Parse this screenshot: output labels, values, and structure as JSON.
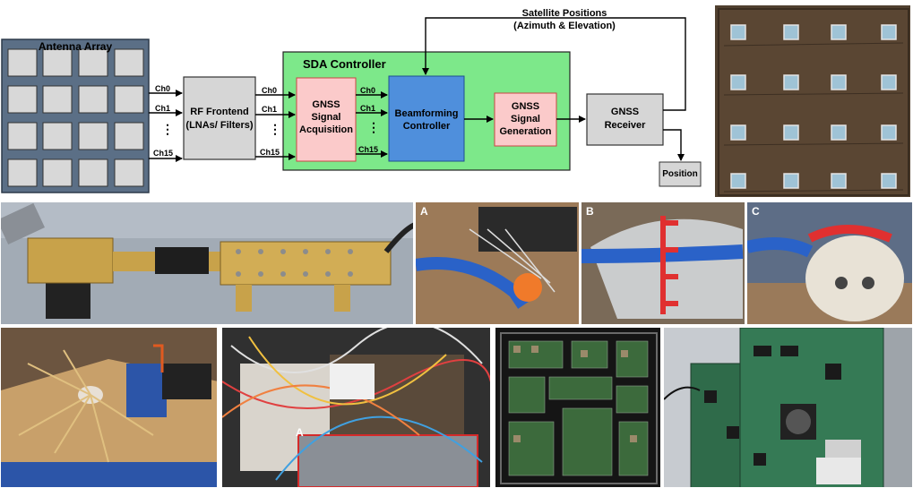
{
  "diagram": {
    "antenna_title": "Antenna Array",
    "rf_frontend": "RF Frontend\n(LNAs/ Filters)",
    "sda_controller": "SDA Controller",
    "acquisition": "GNSS\nSignal\nAcquisition",
    "beamforming": "Beamforming\nController",
    "generation": "GNSS\nSignal\nGeneration",
    "receiver": "GNSS\nReceiver",
    "position": "Position",
    "satellite": "Satellite Positions\n(Azimuth & Elevation)",
    "ch0": "Ch0",
    "ch1": "Ch1",
    "ch15": "Ch15",
    "dots": "⋮"
  },
  "photo_labels": {
    "a": "A",
    "b": "B",
    "c": "C",
    "a2": "A"
  },
  "colors": {
    "array_bg": "#5b6f86",
    "sda_bg": "#7de88a",
    "acq_bg": "#fbcaca",
    "beam_bg": "#4f8fdc",
    "gray_box": "#d6d6d6"
  }
}
